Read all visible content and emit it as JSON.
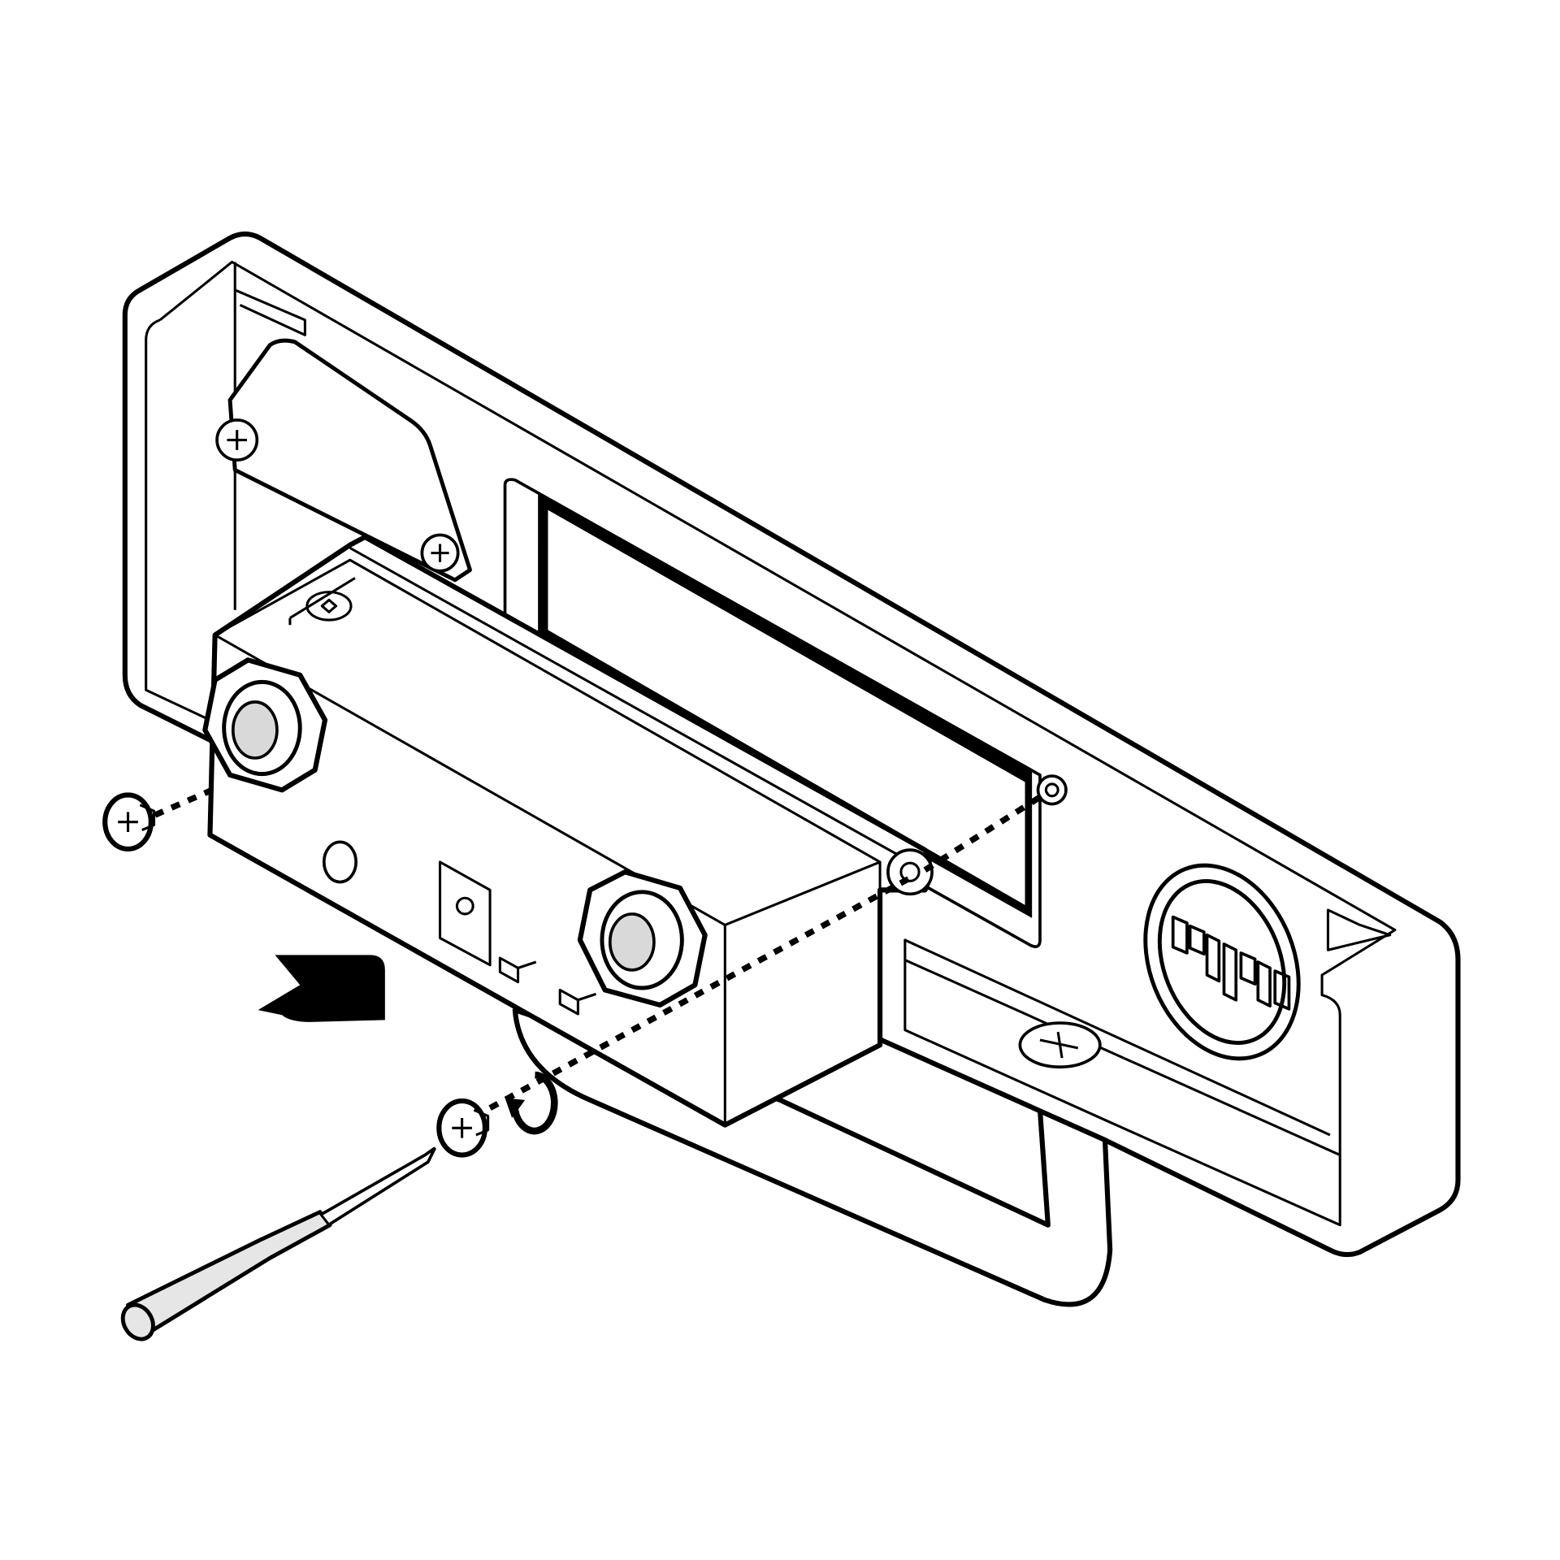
{
  "diagram": {
    "style": "black-and-white assembly line drawing",
    "colors": {
      "line": "#000000",
      "background": "#ffffff",
      "glass": "#d9d9d9",
      "handle": "#e6e6e6"
    },
    "parts": [
      {
        "name": "mounting-plate"
      },
      {
        "name": "module-box"
      },
      {
        "name": "cable-gland",
        "count": 2
      },
      {
        "name": "screw",
        "count": 2
      },
      {
        "name": "screwdriver"
      },
      {
        "name": "push-arrow-icon"
      },
      {
        "name": "rotate-arrow-icon"
      },
      {
        "name": "logo"
      }
    ],
    "logo": {
      "name": "brand-logo-emblem"
    }
  }
}
